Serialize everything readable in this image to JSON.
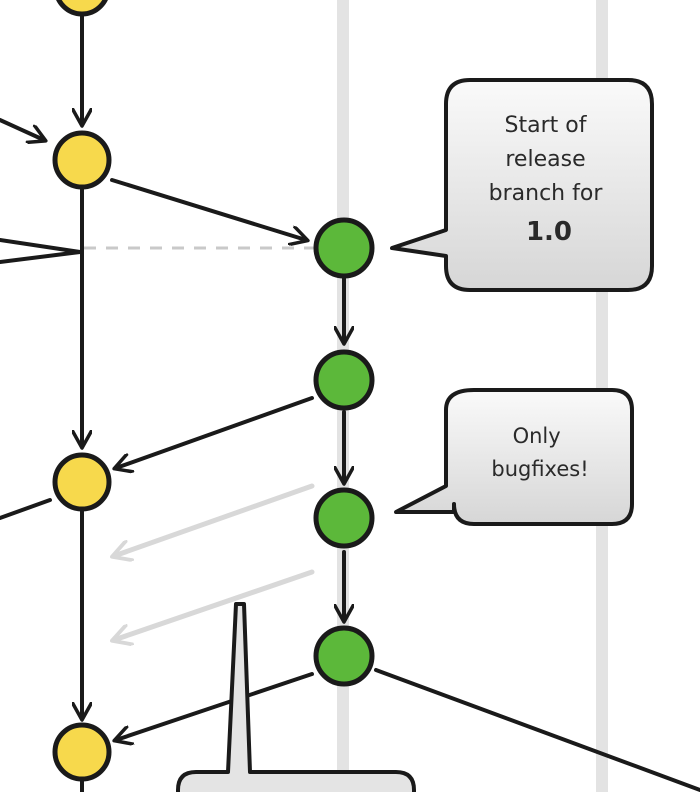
{
  "callouts": {
    "release_start": {
      "lines": [
        "Start of",
        "release",
        "branch for"
      ],
      "version": "1.0"
    },
    "bugfixes": {
      "lines": [
        "Only",
        "bugfixes!"
      ]
    }
  },
  "colors": {
    "develop_node": "#f7d94c",
    "release_node": "#5cb83a",
    "line": "#1a1a1a",
    "faded_arrow": "#d8d8d8",
    "lane": "#dcdcdc",
    "bubble_fill": "#e4e4e4"
  },
  "icons": {
    "develop_commit": "yellow-circle",
    "release_commit": "green-circle"
  }
}
